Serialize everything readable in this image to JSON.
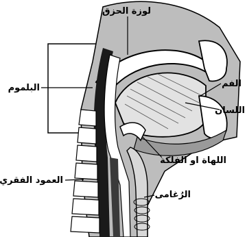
{
  "diagram": {
    "labels": {
      "tonsil": "لوزة الحزق",
      "pharynx": "البلموم",
      "mouth": "الفم",
      "tongue": "اللسان",
      "epiglottis": "اللهاة او الفلكة",
      "spine": "العمود الفقري",
      "trachea": "الرُغامى"
    },
    "colors": {
      "ink": "#000000",
      "paper": "#ffffff",
      "tissue_gray": "#8a8a8a",
      "light_gray": "#d6d6d6"
    }
  }
}
